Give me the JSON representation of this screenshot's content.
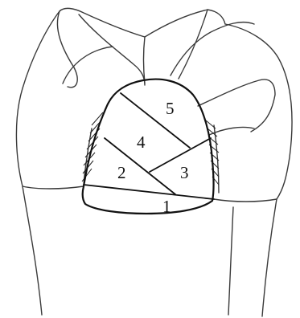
{
  "zones": [
    {
      "id": "zone-1",
      "label": "1"
    },
    {
      "id": "zone-2",
      "label": "2"
    },
    {
      "id": "zone-3",
      "label": "3"
    },
    {
      "id": "zone-4",
      "label": "4"
    },
    {
      "id": "zone-5",
      "label": "5"
    }
  ],
  "colors": {
    "ink": "#111111",
    "outline": "#3a3a3a",
    "background": "#ffffff"
  }
}
